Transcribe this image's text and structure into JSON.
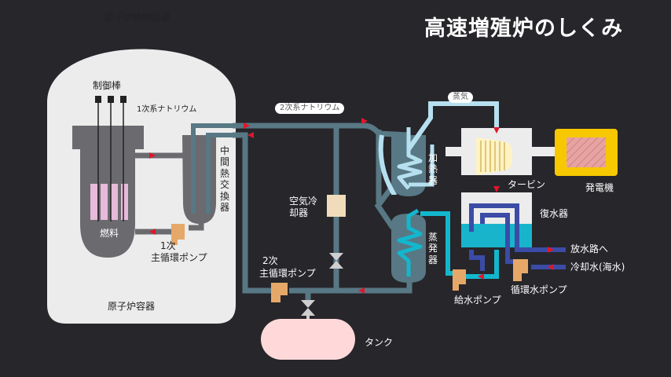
{
  "title": "高速増殖炉のしくみ",
  "labels": {
    "containment": "原子炉格納容器",
    "control_rods": "制御棒",
    "fuel": "燃料",
    "reactor_vessel": "原子炉容器",
    "primary_sodium": "1次系ナトリウム",
    "intermediate_hx": "中間熱交換器",
    "primary_pump_line1": "1次",
    "primary_pump_line2": "主循環ポンプ",
    "secondary_sodium": "2次系ナトリウム",
    "air_cooler": "空気冷却器",
    "secondary_pump_line1": "2次",
    "secondary_pump_line2": "主循環ポンプ",
    "tank": "タンク",
    "superheater": "加熱器",
    "steam_generator": "蒸発器",
    "steam": "蒸気",
    "turbine": "タービン",
    "generator": "発電機",
    "condenser": "復水器",
    "discharge": "放水路へ",
    "cooling_water": "冷却水(海水)",
    "feedwater_pump": "給水ポンプ",
    "circulating_pump": "循環水ポンプ"
  },
  "colors": {
    "background": "#27262b",
    "containment": "#ececec",
    "vessel": "#6b6a6f",
    "sodium_pipe": "#577884",
    "flow_arrow": "#e0162b",
    "fuel": "#e7bad9",
    "pump": "#e6a868",
    "steam_pipe": "#b6e0ef",
    "water_pipe": "#13b7cd",
    "cooling_pipe": "#3b4ba6",
    "turbine": "#fff3c4",
    "generator": "#f7c800",
    "air_cooler": "#f0dcba",
    "tank": "#ffd9d9",
    "condenser_water": "#18b4cc"
  }
}
